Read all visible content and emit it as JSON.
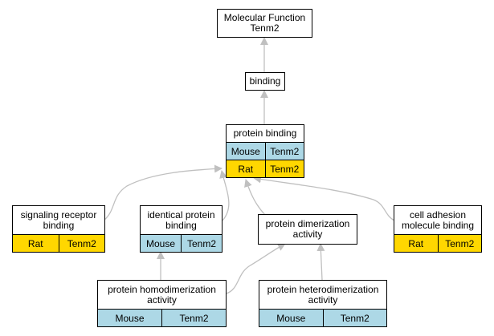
{
  "colors": {
    "mouse": "#add8e6",
    "rat": "#ffd700",
    "edge": "#c0c0c0"
  },
  "nodes": {
    "root": {
      "title": [
        "Molecular Function",
        "Tenm2"
      ]
    },
    "binding": {
      "title": [
        "binding"
      ]
    },
    "protein_binding": {
      "title": [
        "protein binding"
      ],
      "rows": [
        {
          "species": "Mouse",
          "gene": "Tenm2"
        },
        {
          "species": "Rat",
          "gene": "Tenm2"
        }
      ]
    },
    "signaling": {
      "title": [
        "signaling receptor",
        "binding"
      ],
      "rows": [
        {
          "species": "Rat",
          "gene": "Tenm2"
        }
      ]
    },
    "identical": {
      "title": [
        "identical protein",
        "binding"
      ],
      "rows": [
        {
          "species": "Mouse",
          "gene": "Tenm2"
        }
      ]
    },
    "dimerization": {
      "title": [
        "protein dimerization",
        "activity"
      ]
    },
    "cell_adhesion": {
      "title": [
        "cell adhesion",
        "molecule binding"
      ],
      "rows": [
        {
          "species": "Rat",
          "gene": "Tenm2"
        }
      ]
    },
    "homodimer": {
      "title": [
        "protein homodimerization",
        "activity"
      ],
      "rows": [
        {
          "species": "Mouse",
          "gene": "Tenm2"
        }
      ]
    },
    "heterodimer": {
      "title": [
        "protein heterodimerization",
        "activity"
      ],
      "rows": [
        {
          "species": "Mouse",
          "gene": "Tenm2"
        }
      ]
    }
  }
}
